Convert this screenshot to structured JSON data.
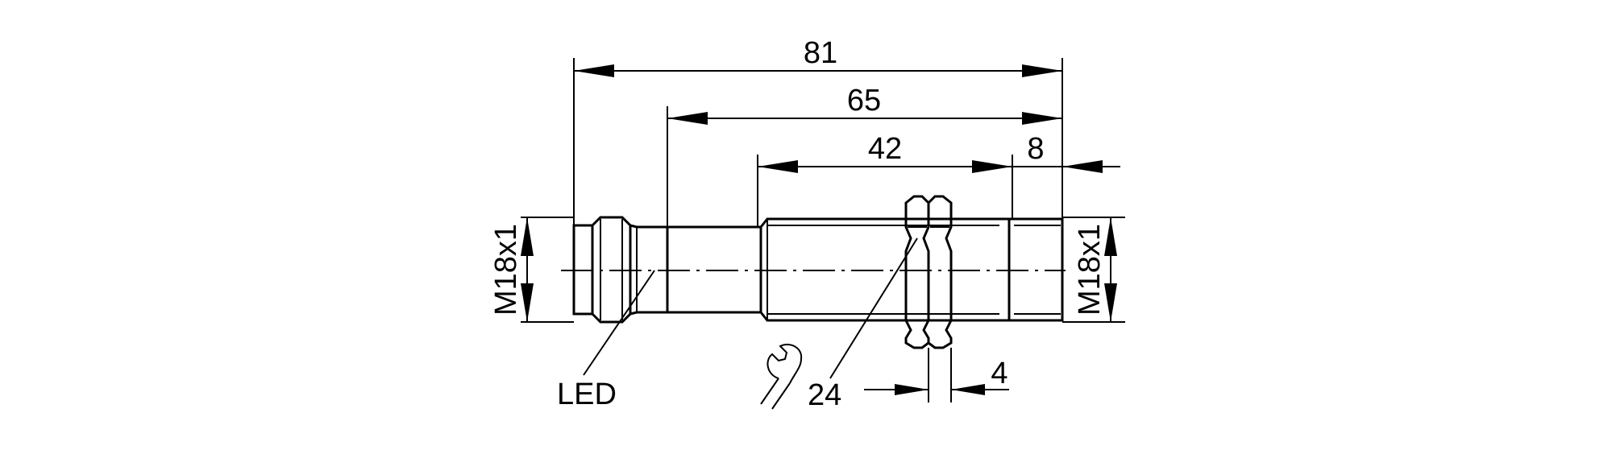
{
  "dimensions": {
    "overall_length": "81",
    "housing_length": "65",
    "thread_length": "42",
    "sensing_face": "8",
    "nut_width": "4",
    "wrench_size": "24"
  },
  "labels": {
    "thread_left": "M18x1",
    "thread_right": "M18x1",
    "led": "LED"
  },
  "icons": {
    "wrench": "wrench-icon"
  }
}
